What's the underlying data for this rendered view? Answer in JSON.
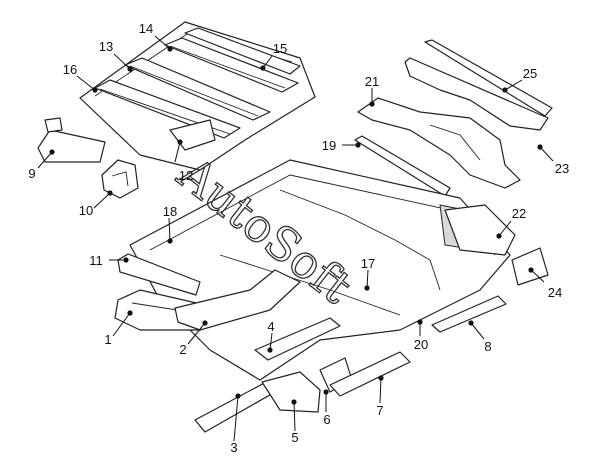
{
  "watermark": "AutoSoft",
  "callouts": [
    "1",
    "2",
    "3",
    "4",
    "5",
    "6",
    "7",
    "8",
    "9",
    "10",
    "11",
    "12",
    "13",
    "14",
    "15",
    "16",
    "17",
    "18",
    "19",
    "20",
    "21",
    "22",
    "23",
    "24",
    "25"
  ]
}
